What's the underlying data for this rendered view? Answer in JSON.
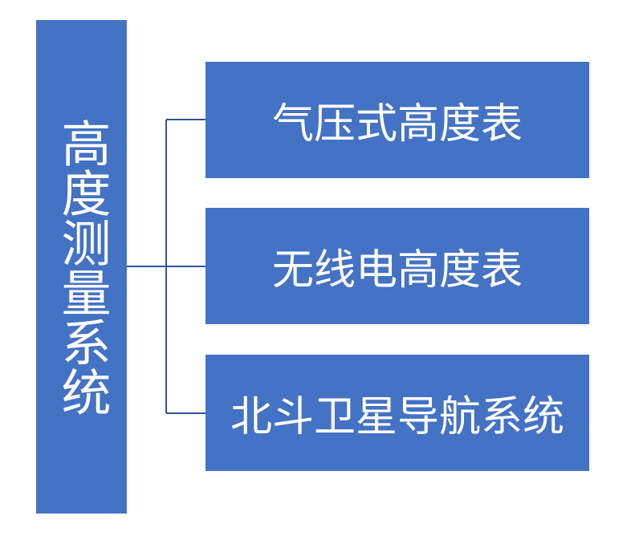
{
  "diagram": {
    "root": {
      "label": "高度测量系统"
    },
    "children": [
      {
        "label": "气压式高度表"
      },
      {
        "label": "无线电高度表"
      },
      {
        "label": "北斗卫星导航系统"
      }
    ]
  },
  "colors": {
    "box_fill": "#4472C4",
    "text": "#FFFFFF",
    "connector": "#2F5597"
  }
}
